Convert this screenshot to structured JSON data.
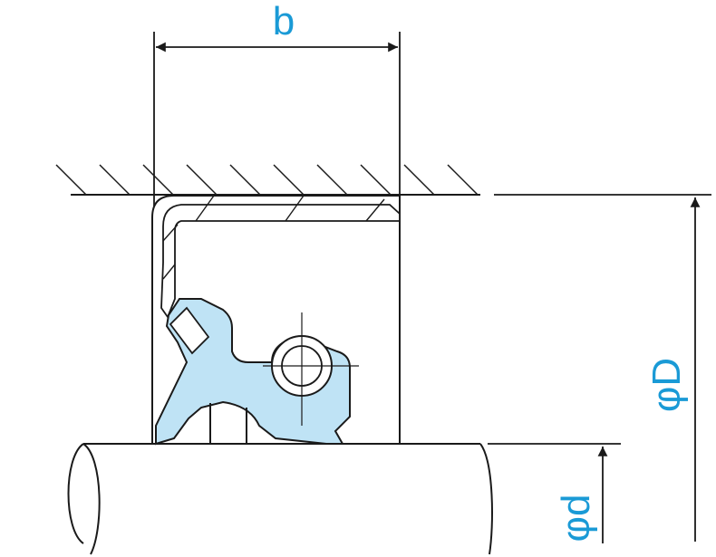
{
  "labels": {
    "width": "b",
    "outer_diameter": "φD",
    "shaft_diameter": "φd"
  },
  "colors": {
    "line": "#1a1a1a",
    "label": "#1a9ad6",
    "rubber_fill": "#bfe3f5"
  },
  "icons": {
    "spring": "garter-spring-icon",
    "seal": "oil-seal-cross-section-icon"
  }
}
